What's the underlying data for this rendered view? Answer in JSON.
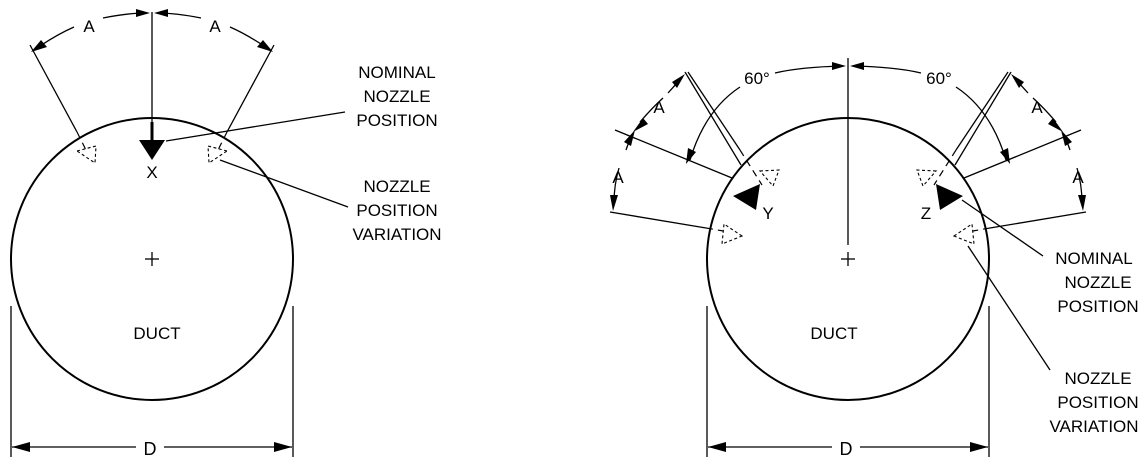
{
  "left": {
    "angle_left": "A",
    "angle_right": "A",
    "nozzle": "X",
    "duct": "DUCT",
    "dim": "D",
    "nominal": [
      "NOMINAL",
      "NOZZLE",
      "POSITION"
    ],
    "variation": [
      "NOZZLE",
      "POSITION",
      "VARIATION"
    ]
  },
  "right": {
    "angle_left": "60°",
    "angle_right": "60°",
    "a_upper_left": "A",
    "a_lower_left": "A",
    "a_upper_right": "A",
    "a_lower_right": "A",
    "nozzle_y": "Y",
    "nozzle_z": "Z",
    "duct": "DUCT",
    "dim": "D",
    "nominal": [
      "NOMINAL",
      "NOZZLE",
      "POSITION"
    ],
    "variation": [
      "NOZZLE",
      "POSITION",
      "VARIATION"
    ]
  },
  "colors": {
    "line": "#000000",
    "background": "#ffffff"
  }
}
